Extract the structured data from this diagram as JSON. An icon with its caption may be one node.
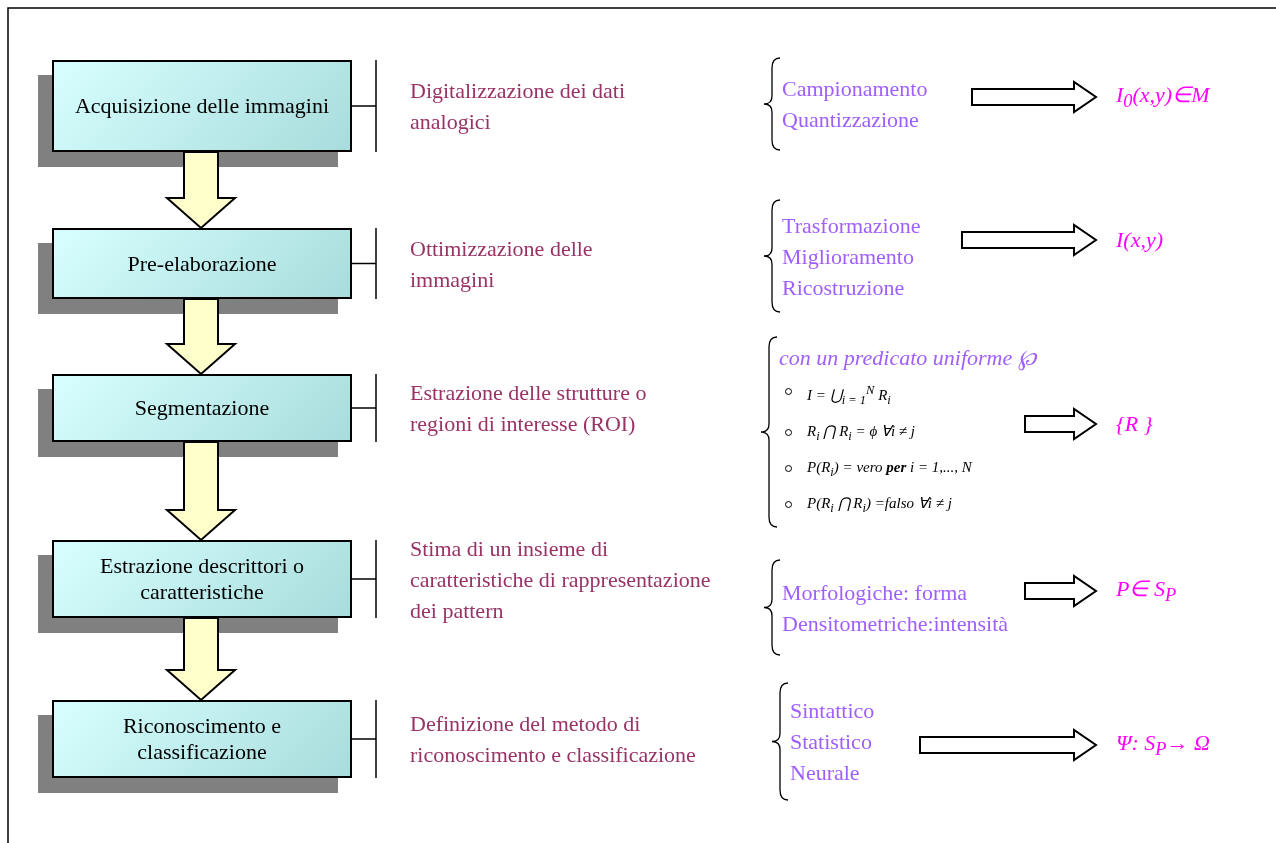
{
  "diagram": {
    "nodes": [
      {
        "text": [
          "Acquisizione delle immagini"
        ]
      },
      {
        "text": [
          "Digitalizzazione dei dati analogici"
        ]
      },
      {
        "text": [
          "Campionamento",
          "Quantizzazione"
        ]
      },
      {
        "text": [
          "I$_{0}$(x,y)∈M"
        ]
      },
      {
        "text": [
          "Pre-elaborazione"
        ]
      },
      {
        "text": [
          "Ottimizzazione delle immagini"
        ]
      },
      {
        "text": [
          "Trasformazione",
          "Miglioramento",
          "Ricostruzione"
        ]
      },
      {
        "text": [
          "I(x,y)"
        ]
      },
      {
        "text": [
          "Segmentazione"
        ]
      },
      {
        "text": [
          "Estrazione delle strutture o regioni di interesse (ROI)"
        ]
      },
      {
        "text": [
          "con un predicato uniforme ℘",
          "I = ⋃$_{i = 1}$$^{N}$ R$_{i}$",
          "R$_{i}$ ⋂ R$_{i}$ = ϕ ∀i ≠ j",
          "P(R$_{i}$) = vero **per** i = 1,..., N",
          "P(R$_{i}$ ⋂ R$_{i}$) =falso ∀i ≠ j"
        ]
      },
      {
        "text": [
          "{R }"
        ]
      },
      {
        "text": [
          "Estrazione descrittori o caratteristiche"
        ]
      },
      {
        "text": [
          "Stima di un insieme di caratteristiche di rappresentazione dei pattern"
        ]
      },
      {
        "text": [
          "Morfologiche: forma",
          "Densitometriche:intensità"
        ]
      },
      {
        "text": [
          "P∈ S$_{P}$"
        ]
      },
      {
        "text": [
          "Riconoscimento e classificazione"
        ]
      },
      {
        "text": [
          "Definizione del metodo di riconoscimento e classificazione"
        ]
      },
      {
        "text": [
          "Sintattico",
          "Statistico",
          "Neurale"
        ]
      },
      {
        "text": [
          "Ψ: S$_{P}$→ Ω"
        ]
      }
    ],
    "edges": [
      {
        "from": 0,
        "to": 1,
        "arrow": "other"
      },
      {
        "from": 2,
        "to": 3,
        "arrow": "to",
        "style": "thick"
      },
      {
        "from": 0,
        "to": 4,
        "arrow": "to",
        "style": "thick"
      },
      {
        "from": 4,
        "to": 5,
        "arrow": "other"
      },
      {
        "from": 6,
        "to": 7,
        "arrow": "to",
        "style": "thick"
      },
      {
        "from": 4,
        "to": 8,
        "arrow": "to",
        "style": "thick"
      },
      {
        "from": 8,
        "to": 9,
        "arrow": "other"
      },
      {
        "from": 10,
        "to": 11,
        "arrow": "to",
        "style": "thick"
      },
      {
        "from": 8,
        "to": 12,
        "arrow": "to",
        "style": "thick"
      },
      {
        "from": 12,
        "to": 13,
        "arrow": "other"
      },
      {
        "from": 14,
        "to": 15,
        "arrow": "to",
        "style": "thick"
      },
      {
        "from": 12,
        "to": 16,
        "arrow": "to",
        "style": "thick"
      },
      {
        "from": 16,
        "to": 17,
        "arrow": "other"
      },
      {
        "from": 18,
        "to": 19,
        "arrow": "to",
        "style": "thick"
      }
    ]
  }
}
